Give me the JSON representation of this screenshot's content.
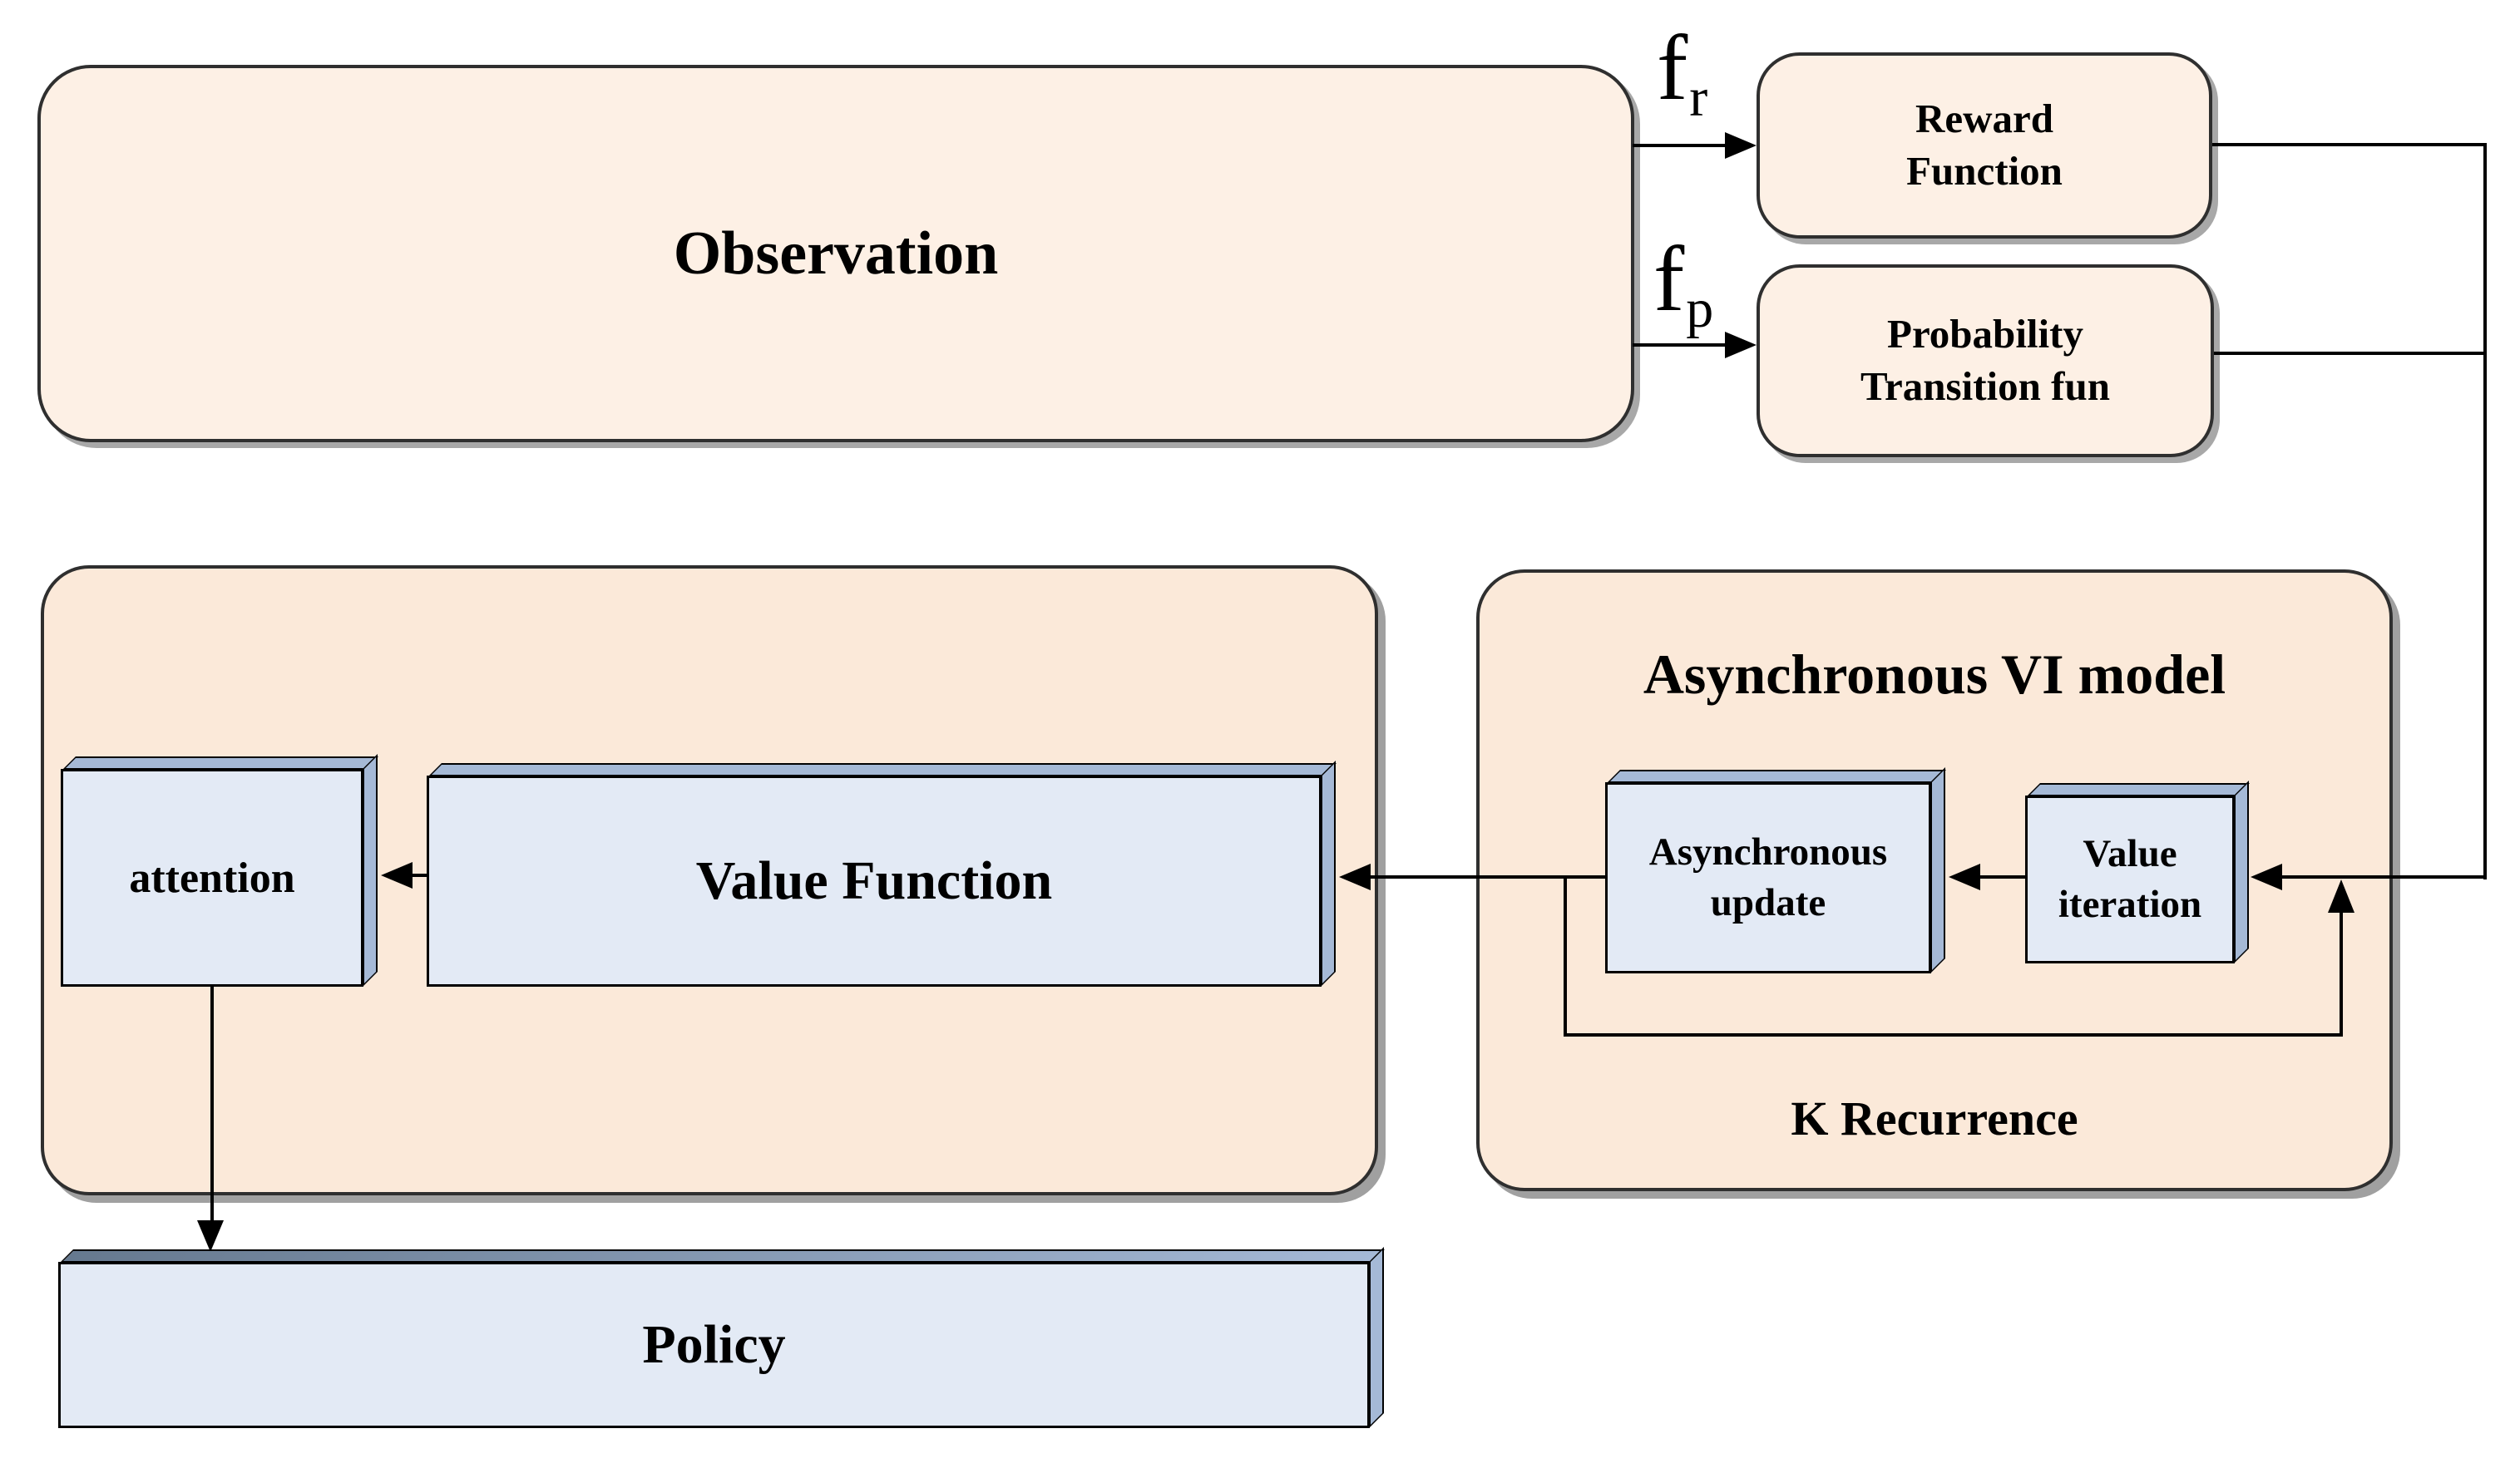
{
  "observation": {
    "label": "Observation"
  },
  "f_r": {
    "base": "f",
    "sub": "r"
  },
  "f_p": {
    "base": "f",
    "sub": "p"
  },
  "reward": {
    "line1": "Reward",
    "line2": "Function"
  },
  "probability": {
    "line1": "Probability",
    "line2": "Transition fun"
  },
  "vi_model": {
    "title": "Asynchronous VI model",
    "k_label": "K Recurrence"
  },
  "async_update": {
    "line1": "Asynchronous",
    "line2": "update"
  },
  "value_iteration": {
    "line1": "Value",
    "line2": "iteration"
  },
  "value_function": {
    "label": "Value Function"
  },
  "attention": {
    "label": "attention"
  },
  "policy": {
    "label": "Policy"
  },
  "colors": {
    "peach_box_fill": "#fdf0e5",
    "peach_container_fill": "#fbe9d9",
    "blue_face_fill": "#e3eaf5",
    "blue_side_fill": "#a5b9d6",
    "line_color": "#000000",
    "shadow_color": "#a8a8a8"
  }
}
